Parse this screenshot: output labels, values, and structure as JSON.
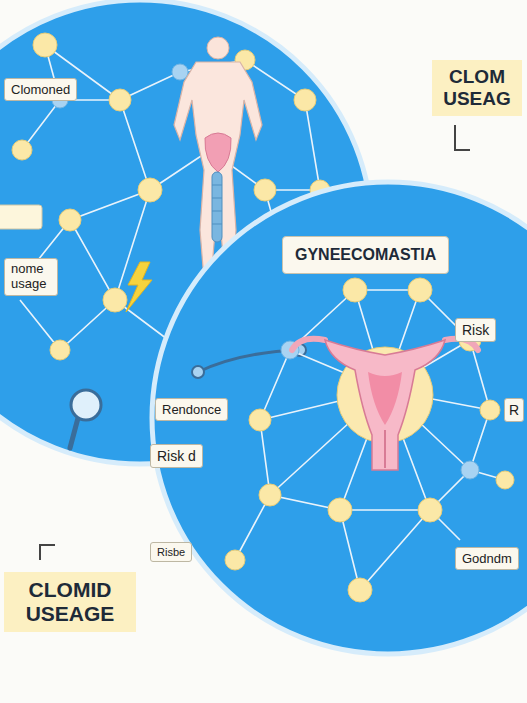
{
  "diagram": {
    "nodes": [
      {
        "text": [
          "CLOM USEAG"
        ]
      },
      {
        "text": [
          "Clomoned"
        ]
      },
      {
        "text": [
          "nome usage"
        ]
      },
      {
        "text": [
          "GYNEECOMASTIA"
        ]
      },
      {
        "text": [
          "Risk"
        ]
      },
      {
        "text": [
          "R"
        ]
      },
      {
        "text": [
          "Rendonce"
        ]
      },
      {
        "text": [
          "Risk d"
        ]
      },
      {
        "text": [
          "Risbe"
        ]
      },
      {
        "text": [
          "Godndm"
        ]
      },
      {
        "text": [
          "CLOMID USEAGE"
        ]
      }
    ]
  }
}
